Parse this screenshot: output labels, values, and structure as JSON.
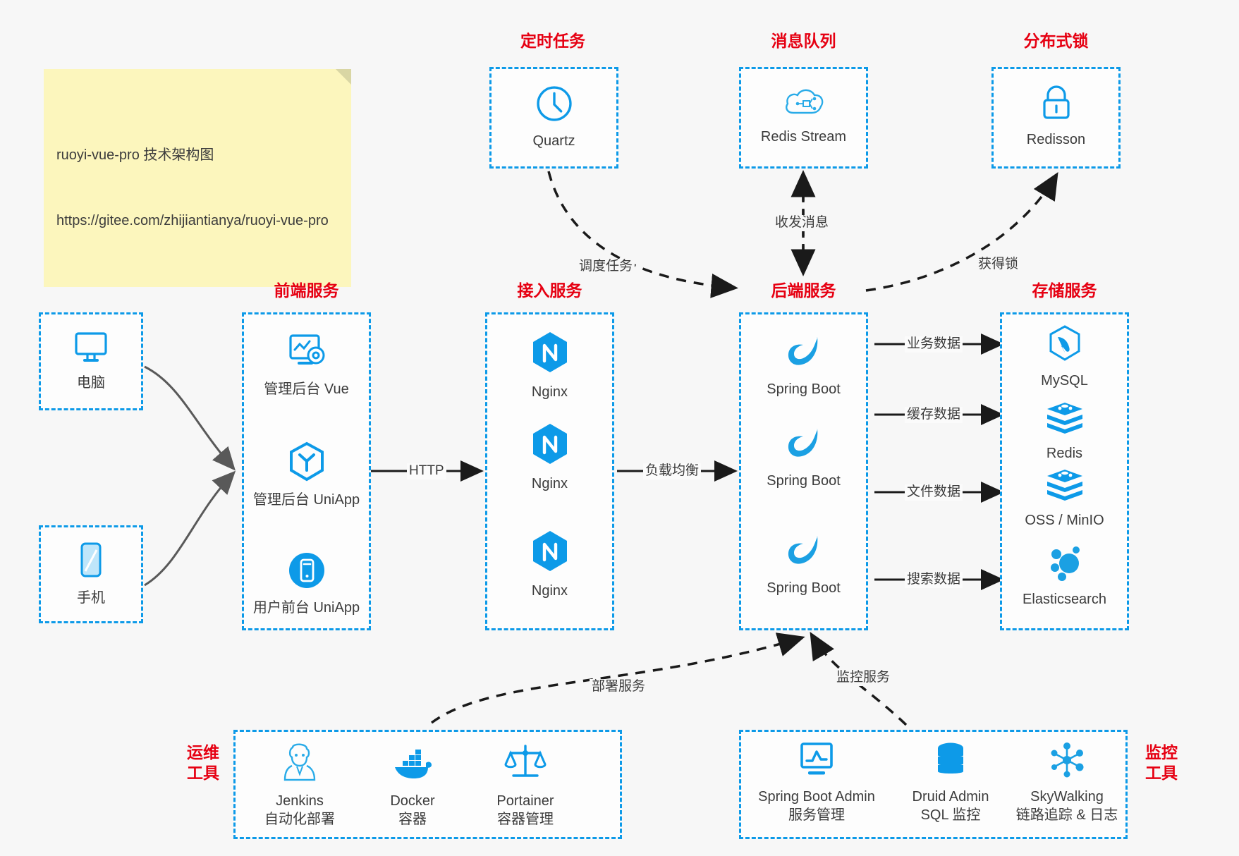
{
  "note": {
    "line1": "ruoyi-vue-pro 技术架构图",
    "line2": "https://gitee.com/zhijiantianya/ruoyi-vue-pro"
  },
  "colors": {
    "accent": "#0d9ae8",
    "group_label": "#e60012",
    "text": "#3c3c3c",
    "background": "#f7f7f7",
    "note_bg": "#fcf6bd",
    "arrow": "#1a1a1a",
    "curve": "#595959"
  },
  "groups": {
    "scheduler": {
      "label": "定时任务",
      "nodes": [
        {
          "name": "Quartz",
          "icon": "clock-icon"
        }
      ]
    },
    "mq": {
      "label": "消息队列",
      "nodes": [
        {
          "name": "Redis Stream",
          "icon": "cloud-stream-icon"
        }
      ]
    },
    "lock": {
      "label": "分布式锁",
      "nodes": [
        {
          "name": "Redisson",
          "icon": "lock-icon"
        }
      ]
    },
    "clients": {
      "nodes": [
        {
          "name": "电脑",
          "icon": "desktop-icon"
        },
        {
          "name": "手机",
          "icon": "mobile-icon"
        }
      ]
    },
    "frontend": {
      "label": "前端服务",
      "nodes": [
        {
          "name": "管理后台 Vue",
          "icon": "dashboard-gear-icon"
        },
        {
          "name": "管理后台 UniApp",
          "icon": "uniapp-cube-icon"
        },
        {
          "name": "用户前台 UniApp",
          "icon": "mobile-circle-icon"
        }
      ]
    },
    "gateway": {
      "label": "接入服务",
      "nodes": [
        {
          "name": "Nginx",
          "icon": "nginx-icon"
        },
        {
          "name": "Nginx",
          "icon": "nginx-icon"
        },
        {
          "name": "Nginx",
          "icon": "nginx-icon"
        }
      ]
    },
    "backend": {
      "label": "后端服务",
      "nodes": [
        {
          "name": "Spring Boot",
          "icon": "spring-boot-icon"
        },
        {
          "name": "Spring Boot",
          "icon": "spring-boot-icon"
        },
        {
          "name": "Spring Boot",
          "icon": "spring-boot-icon"
        }
      ]
    },
    "storage": {
      "label": "存储服务",
      "nodes": [
        {
          "name": "MySQL",
          "icon": "mysql-icon"
        },
        {
          "name": "Redis",
          "icon": "redis-icon"
        },
        {
          "name": "OSS / MinIO",
          "icon": "oss-icon"
        },
        {
          "name": "Elasticsearch",
          "icon": "elasticsearch-icon"
        }
      ]
    },
    "devops": {
      "label_line1": "运维",
      "label_line2": "工具",
      "nodes": [
        {
          "name": "Jenkins",
          "sub": "自动化部署",
          "icon": "jenkins-icon"
        },
        {
          "name": "Docker",
          "sub": "容器",
          "icon": "docker-icon"
        },
        {
          "name": "Portainer",
          "sub": "容器管理",
          "icon": "scales-icon"
        }
      ]
    },
    "monitor": {
      "label_line1": "监控",
      "label_line2": "工具",
      "nodes": [
        {
          "name": "Spring Boot Admin",
          "sub": "服务管理",
          "icon": "monitor-chart-icon"
        },
        {
          "name": "Druid Admin",
          "sub": "SQL 监控",
          "icon": "database-icon"
        },
        {
          "name": "SkyWalking",
          "sub": "链路追踪 & 日志",
          "icon": "skywalking-icon"
        }
      ]
    }
  },
  "edges": [
    {
      "id": "schedule-task",
      "label": "调度任务"
    },
    {
      "id": "send-receive-message",
      "label": "收发消息"
    },
    {
      "id": "acquire-lock",
      "label": "获得锁"
    },
    {
      "id": "http",
      "label": "HTTP"
    },
    {
      "id": "load-balance",
      "label": "负载均衡"
    },
    {
      "id": "business-data",
      "label": "业务数据"
    },
    {
      "id": "cache-data",
      "label": "缓存数据"
    },
    {
      "id": "file-data",
      "label": "文件数据"
    },
    {
      "id": "search-data",
      "label": "搜索数据"
    },
    {
      "id": "deploy-service",
      "label": "部署服务"
    },
    {
      "id": "monitor-service",
      "label": "监控服务"
    }
  ]
}
